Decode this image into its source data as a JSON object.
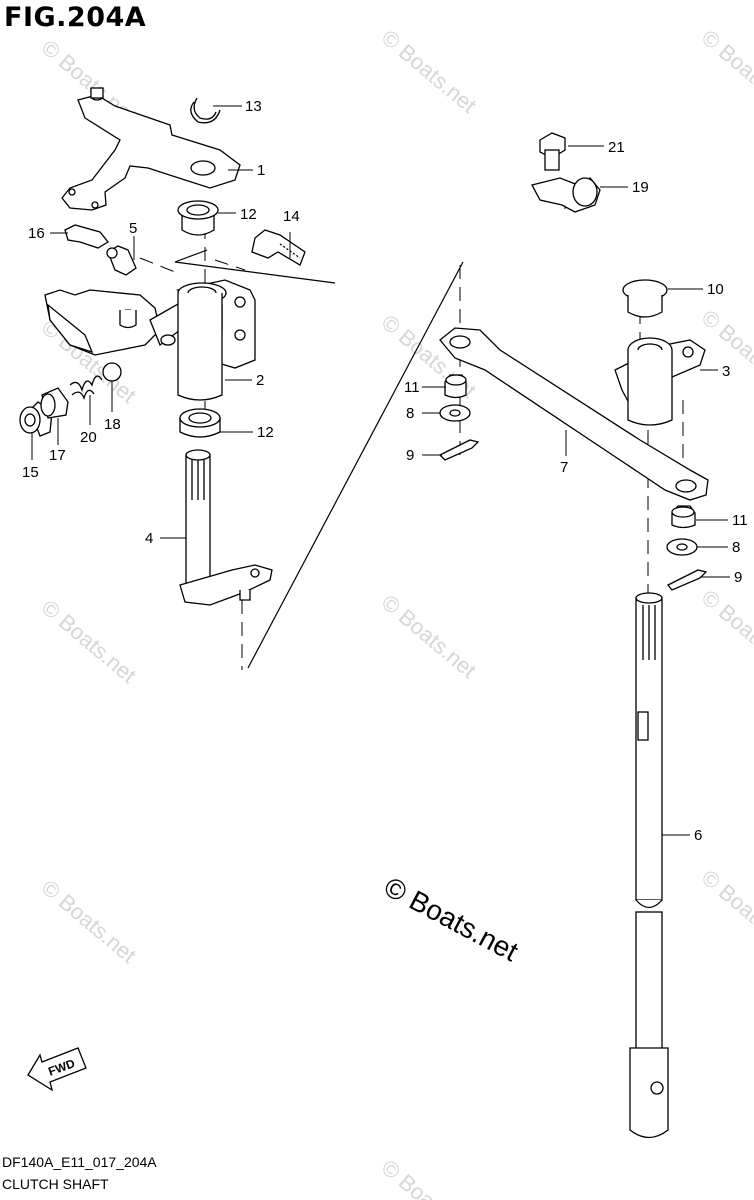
{
  "figure": {
    "title": "FIG.204A",
    "code": "DF140A_E11_017_204A",
    "caption": "CLUTCH SHAFT"
  },
  "copyright": {
    "main": "© Boats.net",
    "watermark": "© Boats.net"
  },
  "fwd_label": "FWD",
  "callouts": [
    {
      "id": "c1",
      "label": "1"
    },
    {
      "id": "c2",
      "label": "2"
    },
    {
      "id": "c3",
      "label": "3"
    },
    {
      "id": "c4",
      "label": "4"
    },
    {
      "id": "c5",
      "label": "5"
    },
    {
      "id": "c6",
      "label": "6"
    },
    {
      "id": "c7",
      "label": "7"
    },
    {
      "id": "c8a",
      "label": "8"
    },
    {
      "id": "c8b",
      "label": "8"
    },
    {
      "id": "c9a",
      "label": "9"
    },
    {
      "id": "c9b",
      "label": "9"
    },
    {
      "id": "c10",
      "label": "10"
    },
    {
      "id": "c11a",
      "label": "11"
    },
    {
      "id": "c11b",
      "label": "11"
    },
    {
      "id": "c12a",
      "label": "12"
    },
    {
      "id": "c12b",
      "label": "12"
    },
    {
      "id": "c13",
      "label": "13"
    },
    {
      "id": "c14",
      "label": "14"
    },
    {
      "id": "c15",
      "label": "15"
    },
    {
      "id": "c16",
      "label": "16"
    },
    {
      "id": "c17",
      "label": "17"
    },
    {
      "id": "c18",
      "label": "18"
    },
    {
      "id": "c19",
      "label": "19"
    },
    {
      "id": "c20",
      "label": "20"
    },
    {
      "id": "c21",
      "label": "21"
    }
  ]
}
